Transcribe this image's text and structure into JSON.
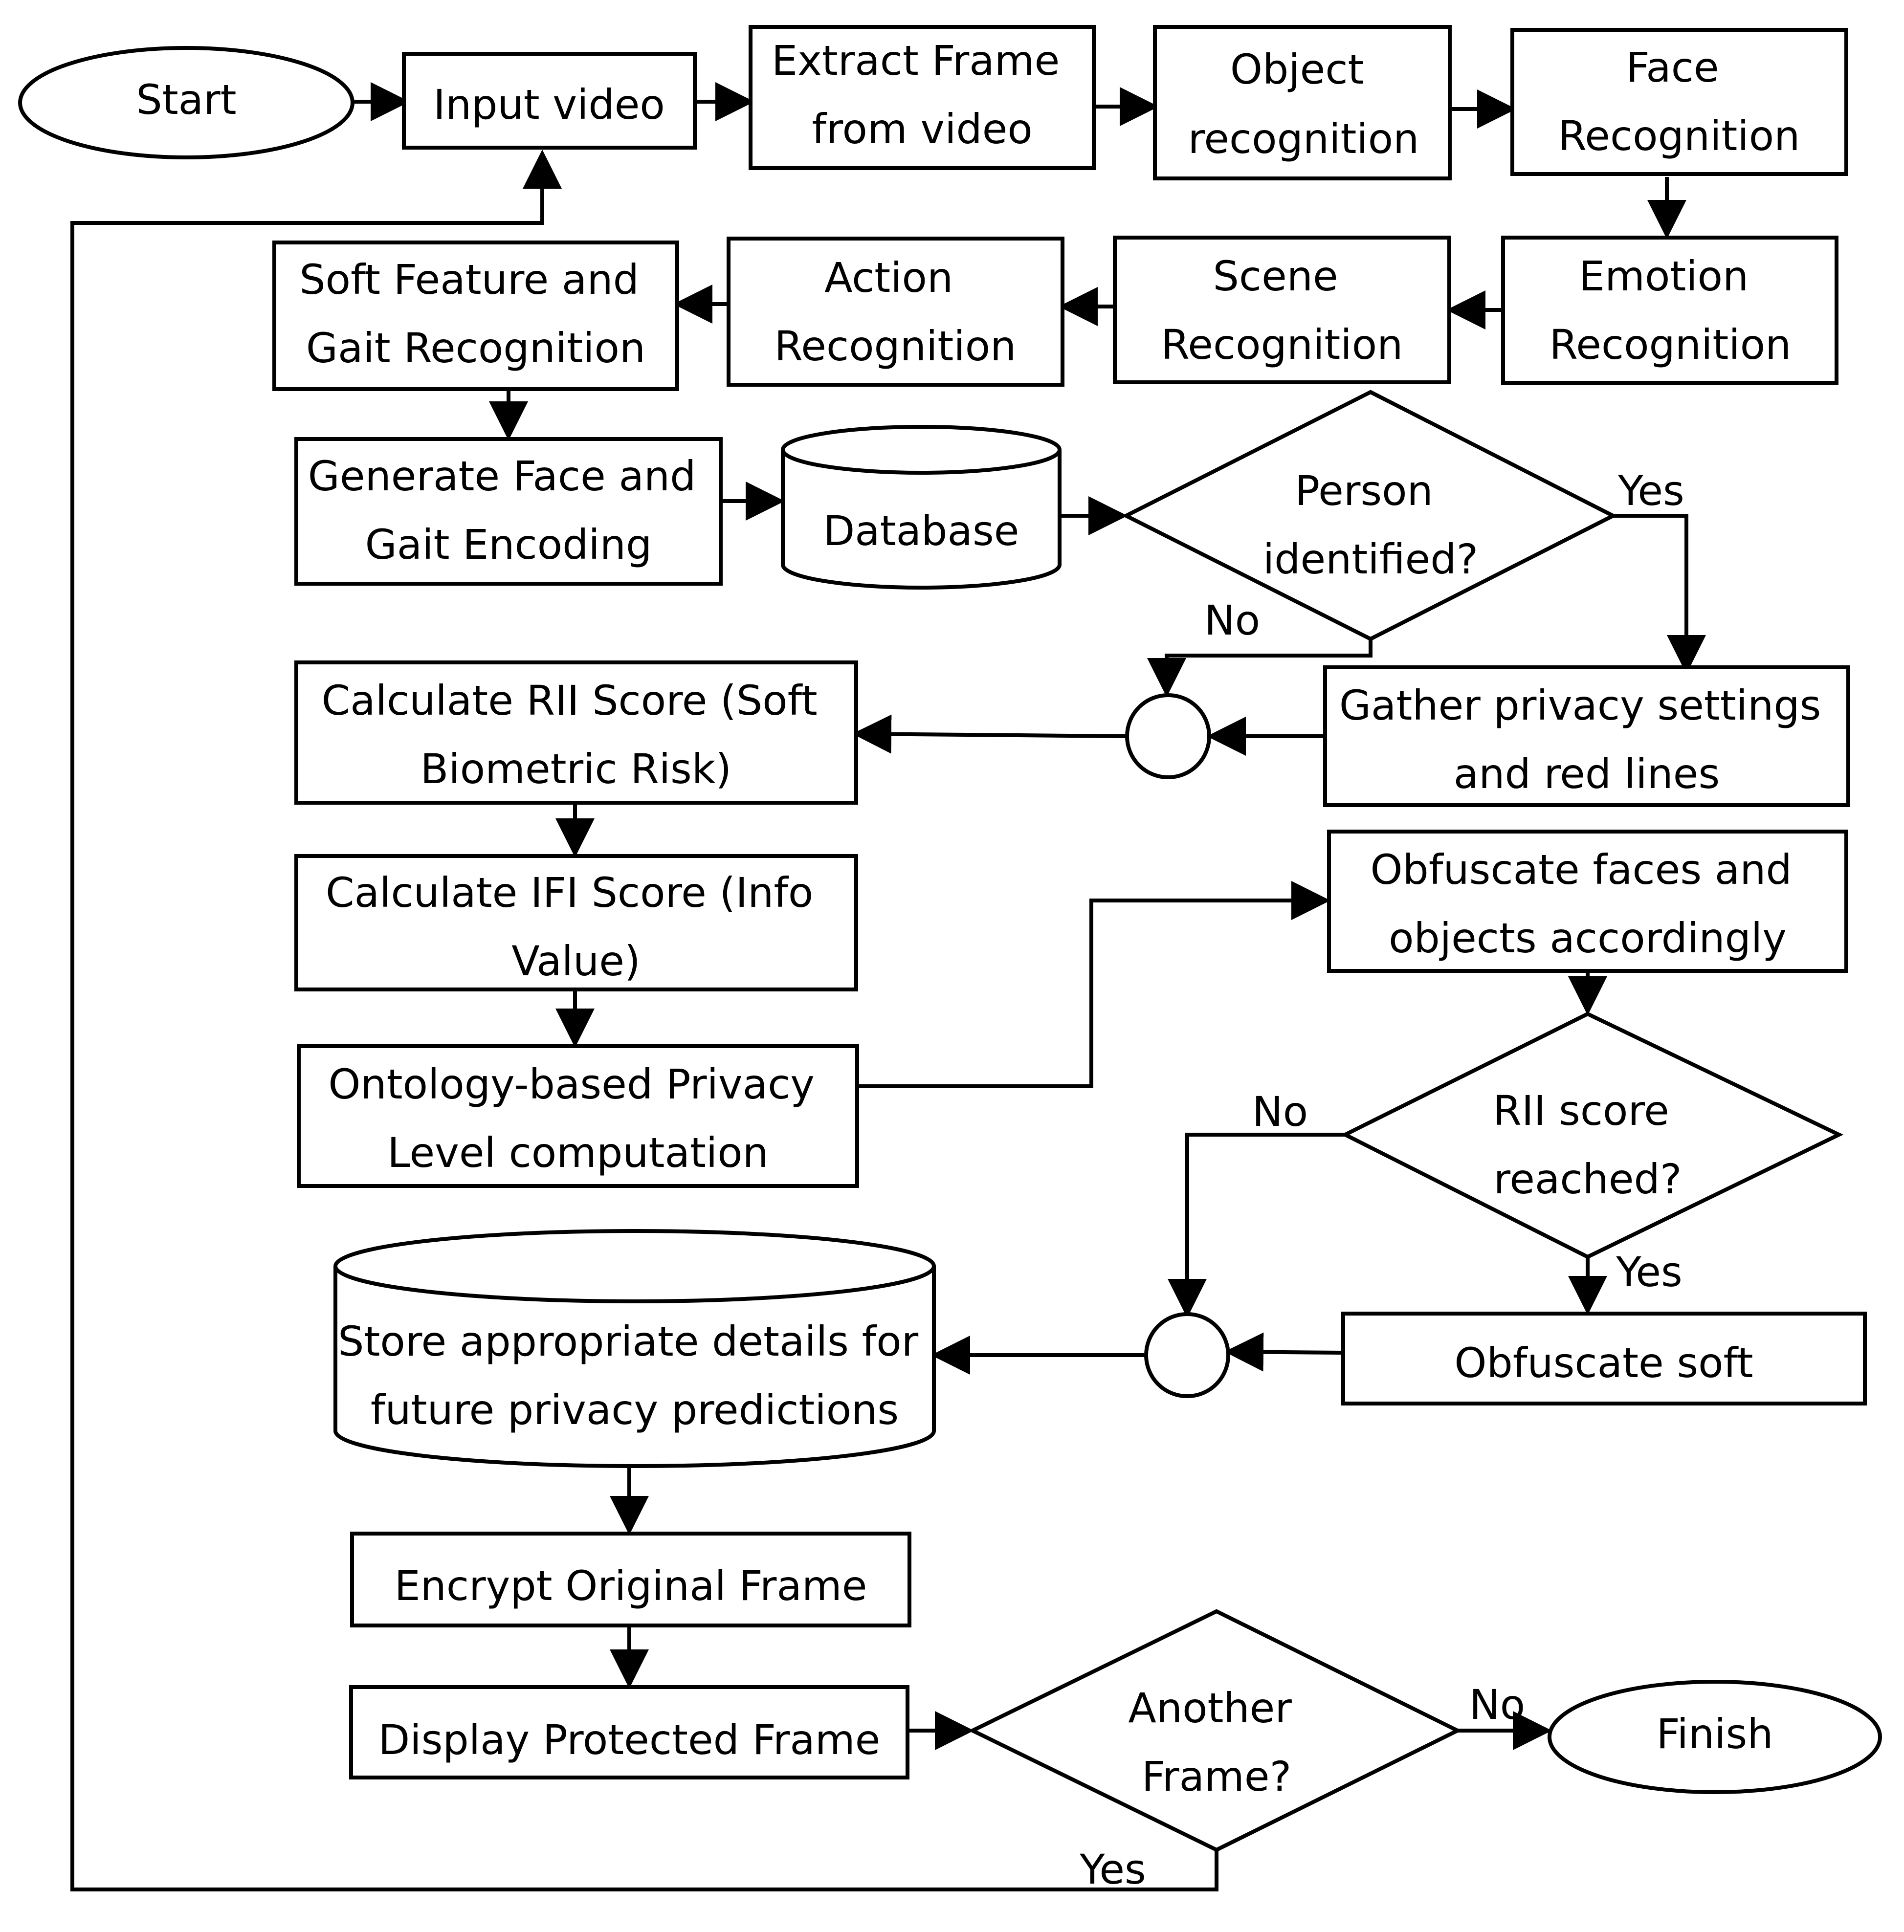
{
  "nodes": {
    "start": {
      "lines": [
        "Start"
      ]
    },
    "input_video": {
      "lines": [
        "Input video"
      ]
    },
    "extract_frame": {
      "lines": [
        "Extract Frame",
        "from video"
      ]
    },
    "object_rec": {
      "lines": [
        "Object",
        "recognition"
      ]
    },
    "face_rec": {
      "lines": [
        "Face",
        "Recognition"
      ]
    },
    "emotion_rec": {
      "lines": [
        "Emotion",
        "Recognition"
      ]
    },
    "scene_rec": {
      "lines": [
        "Scene",
        "Recognition"
      ]
    },
    "action_rec": {
      "lines": [
        "Action",
        "Recognition"
      ]
    },
    "soft_gait_rec": {
      "lines": [
        "Soft Feature and",
        "Gait Recognition"
      ]
    },
    "gen_encoding": {
      "lines": [
        "Generate Face and",
        "Gait Encoding"
      ]
    },
    "database": {
      "lines": [
        "Database"
      ]
    },
    "person_identified": {
      "lines": [
        "Person",
        "identified?"
      ]
    },
    "gather_privacy": {
      "lines": [
        "Gather privacy settings",
        "and red lines"
      ]
    },
    "calc_rii": {
      "lines": [
        "Calculate RII Score (Soft",
        "Biometric Risk)"
      ]
    },
    "calc_ifi": {
      "lines": [
        "Calculate IFI Score (Info",
        "Value)"
      ]
    },
    "ontology": {
      "lines": [
        "Ontology-based Privacy",
        "Level computation"
      ]
    },
    "obfuscate_faces": {
      "lines": [
        "Obfuscate faces and",
        "objects accordingly"
      ]
    },
    "rii_reached": {
      "lines": [
        "RII score",
        "reached?"
      ]
    },
    "obfuscate_soft": {
      "lines": [
        "Obfuscate soft"
      ]
    },
    "store_details": {
      "lines": [
        "Store appropriate details for",
        "future privacy predictions"
      ]
    },
    "encrypt": {
      "lines": [
        "Encrypt Original Frame"
      ]
    },
    "display": {
      "lines": [
        "Display Protected Frame"
      ]
    },
    "another_frame": {
      "lines": [
        "Another",
        "Frame?"
      ]
    },
    "finish": {
      "lines": [
        "Finish"
      ]
    }
  },
  "edge_labels": {
    "person_yes": "Yes",
    "person_no": "No",
    "rii_no": "No",
    "rii_yes": "Yes",
    "another_no": "No",
    "another_yes": "Yes"
  }
}
